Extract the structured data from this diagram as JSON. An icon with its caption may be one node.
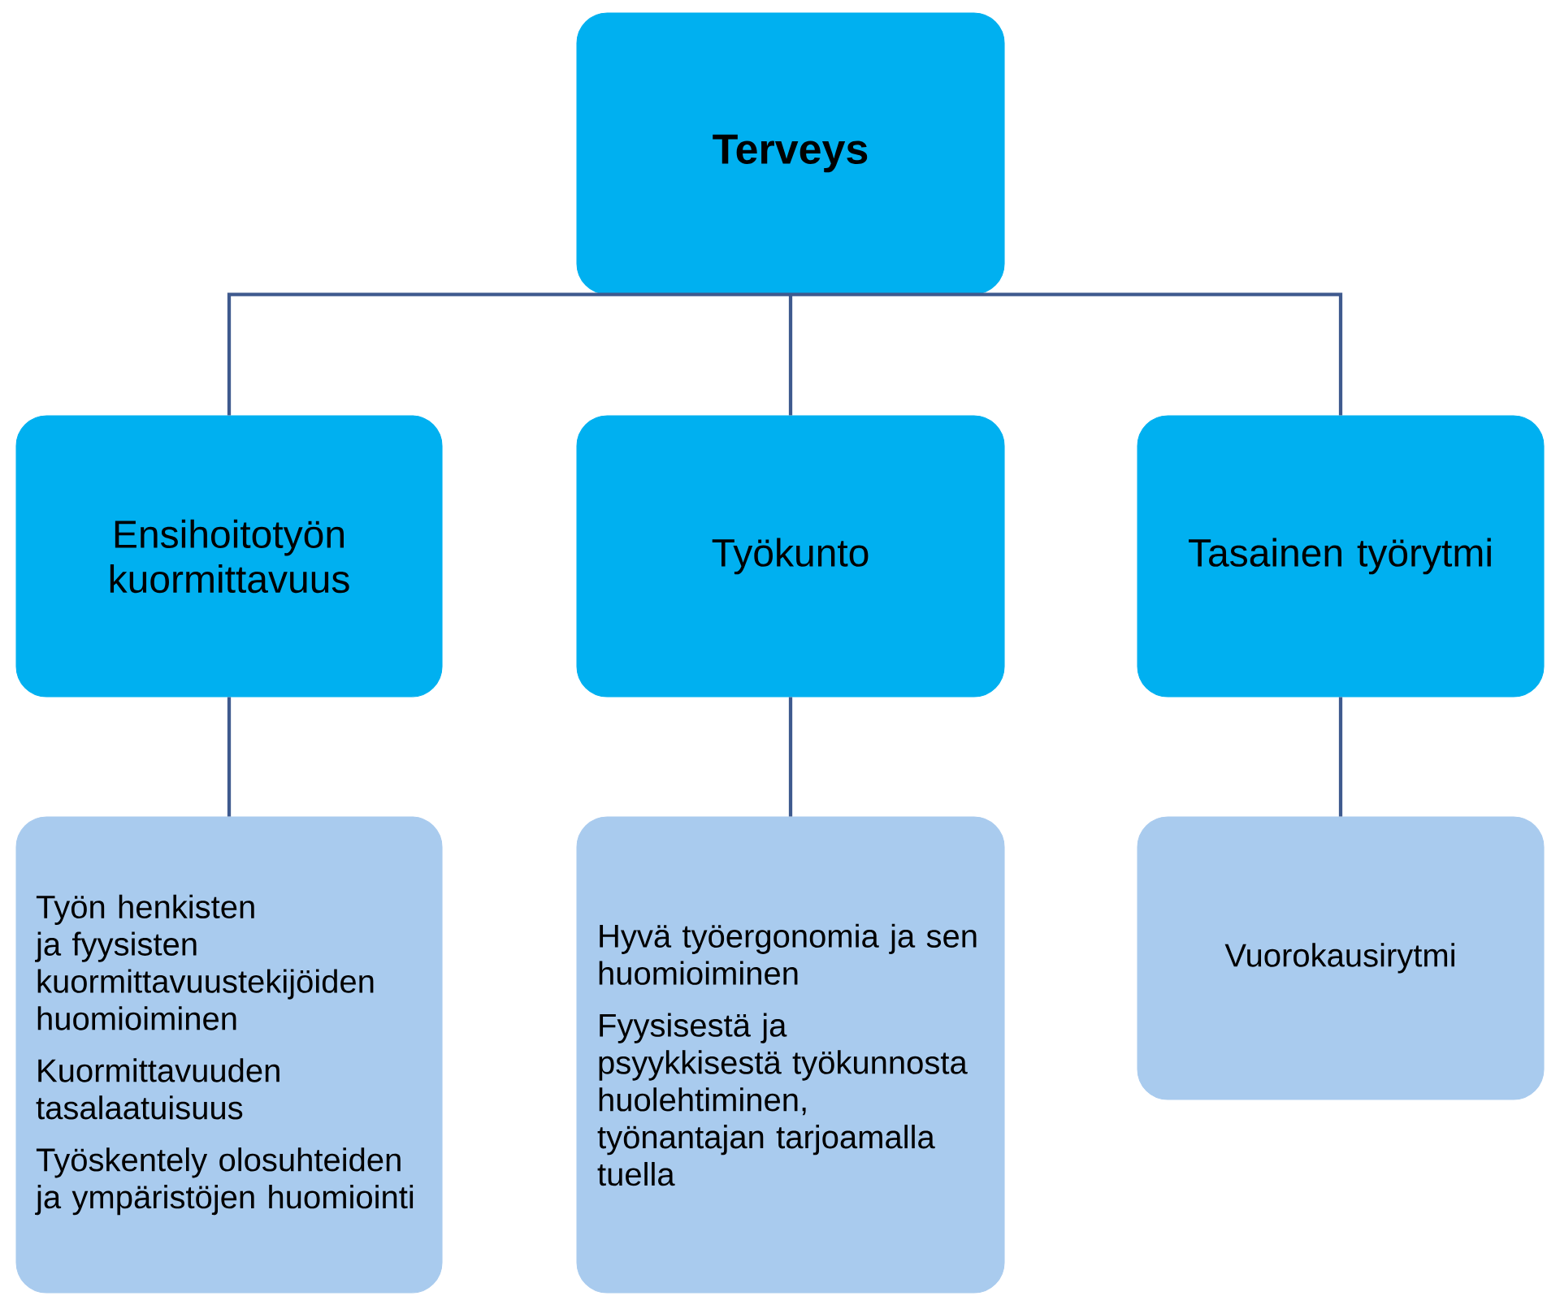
{
  "diagram": {
    "nodes": [
      {
        "text": [
          "Terveys"
        ]
      },
      {
        "text": [
          "Ensihoitotyön kuormittavuus"
        ]
      },
      {
        "text": [
          "Työkunto"
        ]
      },
      {
        "text": [
          "Tasainen työrytmi"
        ]
      },
      {
        "text": [
          "Työn henkisten ja fyysisten kuormittavuustekijöiden huomioiminen",
          "Kuormittavuuden tasalaatuisuus",
          "Työskentely olosuhteiden ja ympäristöjen huomiointi"
        ]
      },
      {
        "text": [
          "Hyvä työergonomia ja sen huomioiminen",
          "Fyysisestä ja psyykkisestä työkunnosta huolehtiminen, työnantajan tarjoamalla tuella"
        ]
      },
      {
        "text": [
          "Vuorokausirytmi"
        ]
      }
    ],
    "edges": [
      {
        "from": 0,
        "to": 1,
        "arrow": "none"
      },
      {
        "from": 0,
        "to": 2,
        "arrow": "none"
      },
      {
        "from": 0,
        "to": 3,
        "arrow": "none"
      },
      {
        "from": 1,
        "to": 4,
        "arrow": "none"
      },
      {
        "from": 2,
        "to": 5,
        "arrow": "none"
      },
      {
        "from": 3,
        "to": 6,
        "arrow": "none"
      }
    ]
  }
}
